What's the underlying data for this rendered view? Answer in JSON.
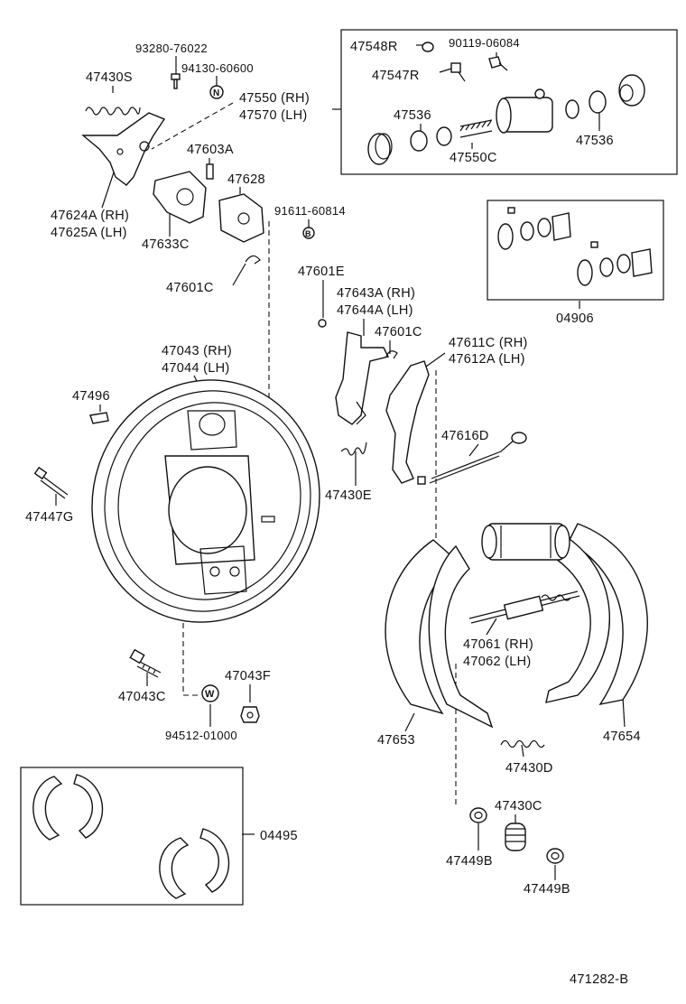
{
  "diagram": {
    "code": "471282-B",
    "labels": {
      "p93280": "93280-76022",
      "p47430S": "47430S",
      "p94130": "94130-60600",
      "p47550": "47550 (RH)",
      "p47570": "47570 (LH)",
      "p47603A": "47603A",
      "p47628": "47628",
      "p91611": "91611-60814",
      "p47624A": "47624A (RH)",
      "p47625A": "47625A (LH)",
      "p47633C": "47633C",
      "p47601C_a": "47601C",
      "p47601E": "47601E",
      "p47643A": "47643A (RH)",
      "p47644A": "47644A (LH)",
      "p47601C_b": "47601C",
      "p47611C": "47611C (RH)",
      "p47612A": "47612A (LH)",
      "p47043": "47043 (RH)",
      "p47044": "47044 (LH)",
      "p47496": "47496",
      "p47447G": "47447G",
      "p47616D": "47616D",
      "p47430E": "47430E",
      "p47061": "47061 (RH)",
      "p47062": "47062 (LH)",
      "p47043C": "47043C",
      "p47043F": "47043F",
      "p94512": "94512-01000",
      "p47653": "47653",
      "p47654": "47654",
      "p47430D": "47430D",
      "p04495": "04495",
      "p47430C": "47430C",
      "p47449B_a": "47449B",
      "p47449B_b": "47449B",
      "p47548R": "47548R",
      "p90119": "90119-06084",
      "p47547R": "47547R",
      "p47536_a": "47536",
      "p47536_b": "47536",
      "p47550C": "47550C",
      "p04906": "04906"
    },
    "markers": {
      "n": "N",
      "b": "B",
      "w": "W"
    }
  }
}
